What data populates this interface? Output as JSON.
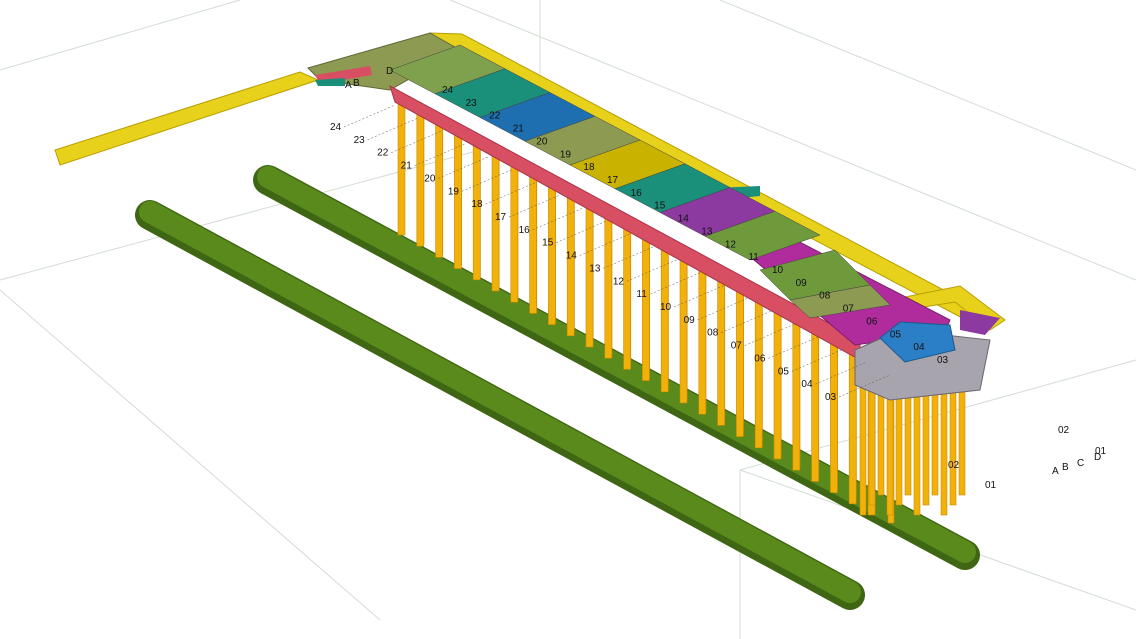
{
  "colors": {
    "background": "#ffffff",
    "grid_line": "#cfd8cf",
    "pile": "#f2b10a",
    "pile_dark": "#c98a00",
    "pipe": "#5a8a1c",
    "pipe_dark": "#3f6612",
    "beam": "#d84f63",
    "beam_dark": "#a83347",
    "magenta": "#b02c9c",
    "yellow_frame": "#e8d11b",
    "grey_block": "#a8a4ad",
    "label": "#111111"
  },
  "segment_labels_on_deck": [
    "24",
    "23",
    "22",
    "21",
    "20",
    "19",
    "18",
    "17",
    "16",
    "15",
    "14",
    "13",
    "12",
    "11",
    "10",
    "09",
    "08",
    "07",
    "06",
    "05",
    "04",
    "03"
  ],
  "pile_labels_left": [
    "24",
    "23",
    "22",
    "21",
    "20",
    "19",
    "18",
    "17",
    "16",
    "15",
    "14",
    "13",
    "12",
    "11",
    "10",
    "09",
    "08",
    "07",
    "06",
    "05",
    "04",
    "03"
  ],
  "pile_labels_end": [
    "02",
    "02",
    "01"
  ],
  "axis_letters_start": [
    "A",
    "B",
    "D"
  ],
  "axis_letters_end": [
    "A",
    "B",
    "C",
    "D",
    "01"
  ],
  "deck_segment_colors": [
    "#7fa04c",
    "#1a8f7a",
    "#1e6fb0",
    "#8d9a52",
    "#c9b300",
    "#1a8f7a",
    "#8d3aa0",
    "#6f9a3c"
  ]
}
